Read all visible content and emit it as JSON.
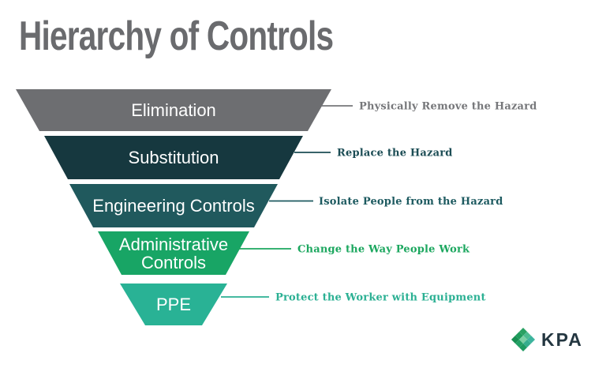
{
  "title": "Hierarchy of Controls",
  "title_color": "#6a6b6e",
  "background_color": "#ffffff",
  "funnel": {
    "label_color": "#ffffff",
    "levels": [
      {
        "rank": 1,
        "label": "Elimination",
        "color": "#6d6e71",
        "annotation": "Physically Remove the Hazard",
        "annotation_color": "#76777a"
      },
      {
        "rank": 2,
        "label": "Substitution",
        "color": "#16383f",
        "annotation": "Replace the Hazard",
        "annotation_color": "#1c4d55"
      },
      {
        "rank": 3,
        "label": "Engineering Controls",
        "color": "#20595d",
        "annotation": "Isolate People from the Hazard",
        "annotation_color": "#1d5a60"
      },
      {
        "rank": 4,
        "label": "Administrative Controls",
        "label_lines": [
          "Administrative",
          "Controls"
        ],
        "color": "#18a565",
        "annotation": "Change the Way People Work",
        "annotation_color": "#1ca75f"
      },
      {
        "rank": 5,
        "label": "PPE",
        "color": "#29b295",
        "annotation": "Protect the Worker with Equipment",
        "annotation_color": "#2bb093"
      }
    ]
  },
  "logo": {
    "text": "KPA",
    "text_color": "#243741",
    "diamond_colors": [
      "#2aa163",
      "#4cbb90",
      "#3cb49e",
      "#1f9c5c",
      "#7ccfa4",
      "#35ad8d",
      "#188f52",
      "#23a065",
      "#1e9a61"
    ]
  }
}
